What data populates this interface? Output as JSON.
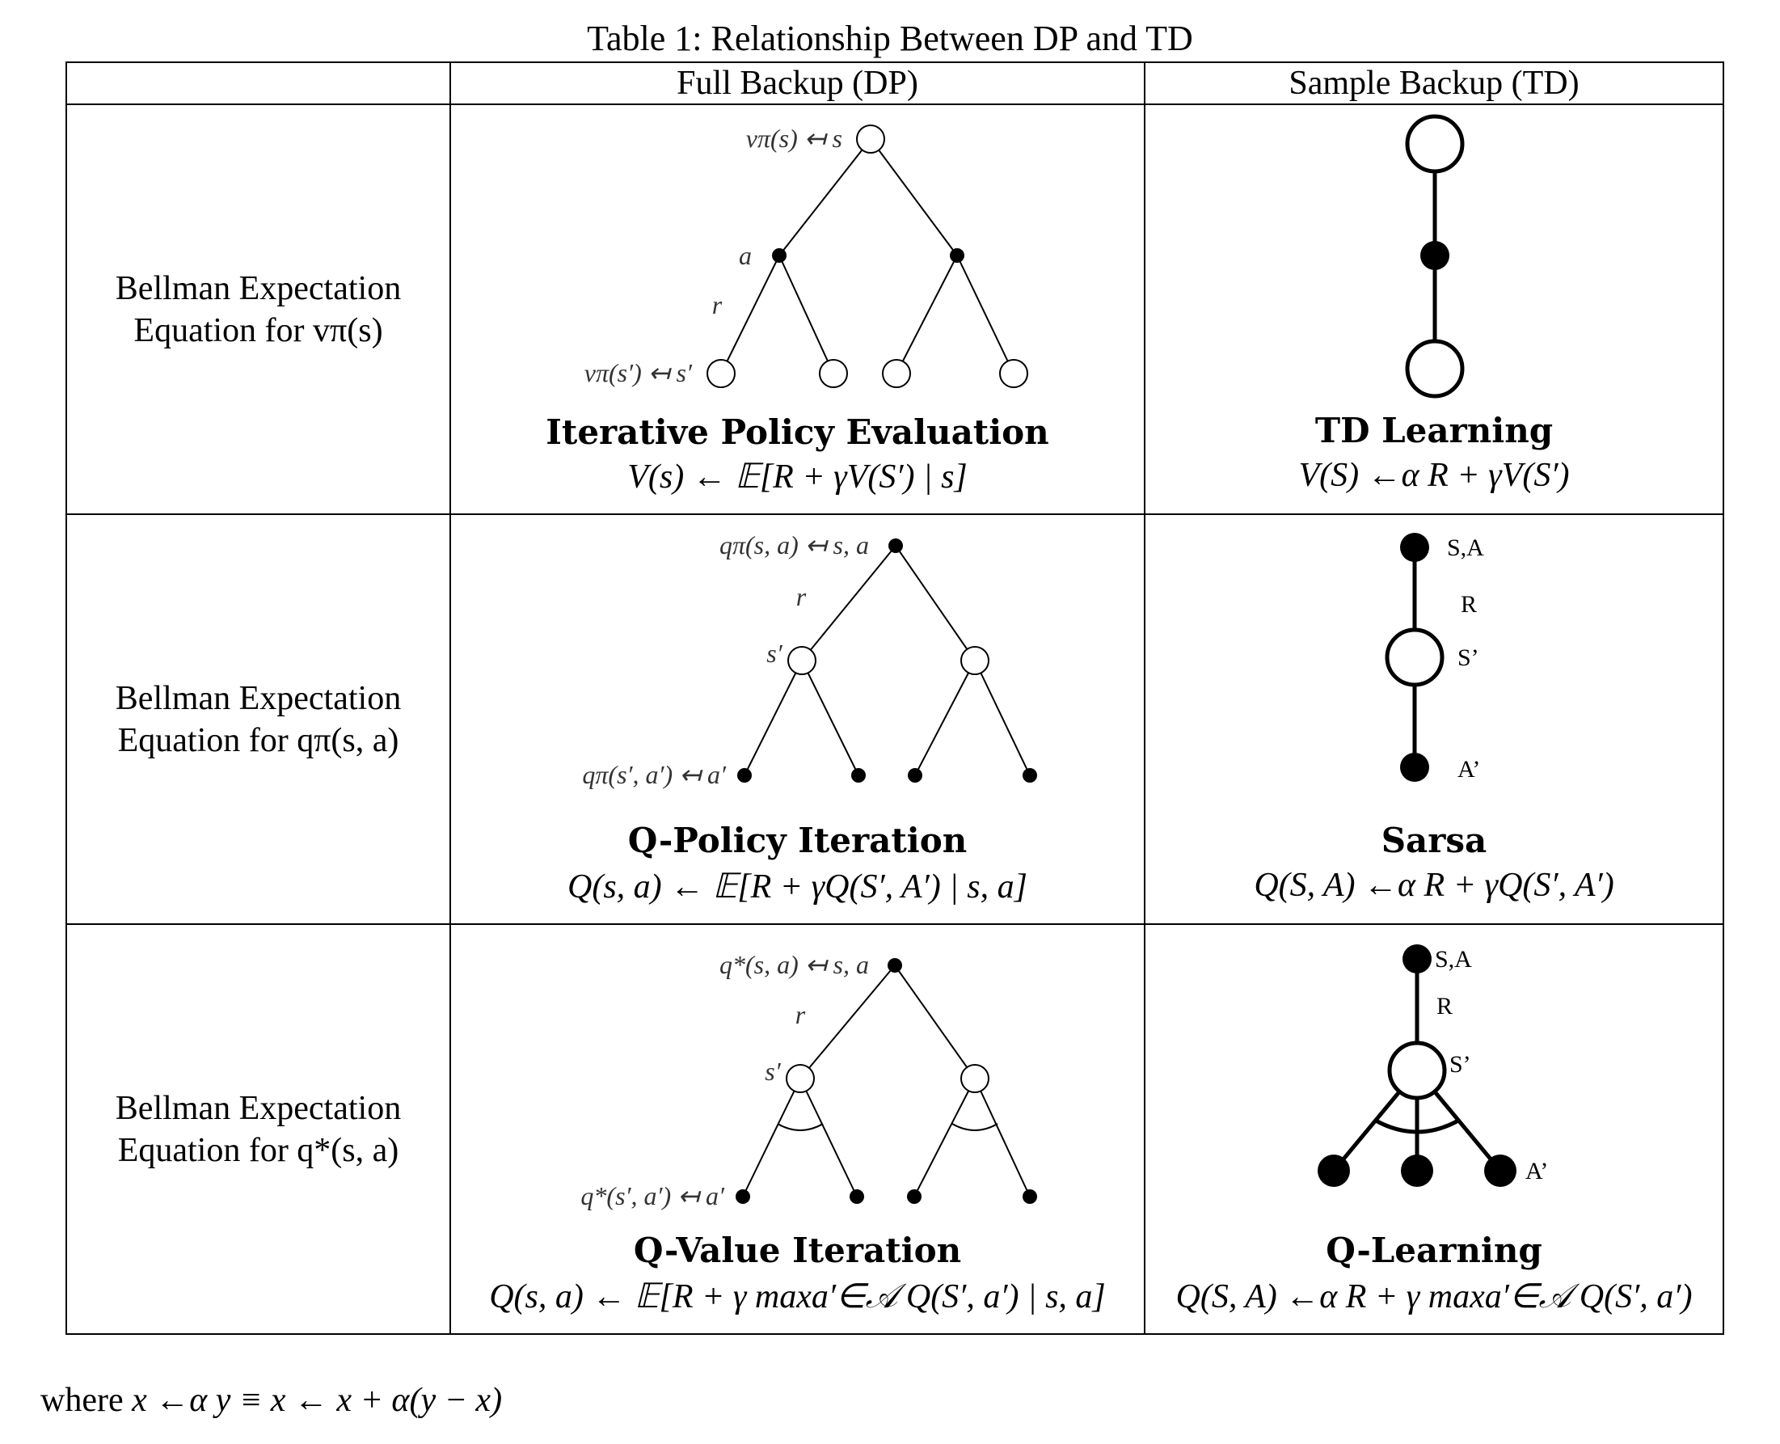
{
  "caption": "Table 1: Relationship Between DP and TD",
  "columns": [
    "",
    "Full Backup (DP)",
    "Sample Backup (TD)"
  ],
  "rows": [
    {
      "label_line1": "Bellman Expectation",
      "label_line2": "Equation for vπ(s)",
      "dp": {
        "root_label": "vπ(s) ↤ s",
        "mid_label": "a",
        "edge_label": "r",
        "leaf_label": "vπ(s′) ↤ s′",
        "algorithm": "Iterative Policy Evaluation",
        "equation": "V(s) ← 𝔼[R + γV(S′) | s]"
      },
      "td": {
        "algorithm": "TD Learning",
        "equation": "V(S) ←α R + γV(S′)"
      }
    },
    {
      "label_line1": "Bellman Expectation",
      "label_line2": "Equation for qπ(s, a)",
      "dp": {
        "root_label": "qπ(s, a) ↤ s, a",
        "mid_label": "s′",
        "edge_label": "r",
        "leaf_label": "qπ(s′, a′) ↤ a′",
        "algorithm": "Q-Policy Iteration",
        "equation": "Q(s, a) ← 𝔼[R + γQ(S′, A′) | s, a]"
      },
      "td": {
        "node_labels": [
          "S,A",
          "R",
          "S’",
          "A’"
        ],
        "algorithm": "Sarsa",
        "equation": "Q(S, A) ←α R + γQ(S′, A′)"
      }
    },
    {
      "label_line1": "Bellman Expectation",
      "label_line2": "Equation for q*(s, a)",
      "dp": {
        "root_label": "q*(s, a) ↤ s, a",
        "mid_label": "s′",
        "edge_label": "r",
        "leaf_label": "q*(s′, a′) ↤ a′",
        "algorithm": "Q-Value Iteration",
        "equation": "Q(s, a) ← 𝔼[R + γ maxa′∈𝒜 Q(S′, a′) | s, a]"
      },
      "td": {
        "node_labels": [
          "S,A",
          "R",
          "S’",
          "A’"
        ],
        "algorithm": "Q-Learning",
        "equation": "Q(S, A) ←α R + γ maxa′∈𝒜 Q(S′, a′)"
      }
    }
  ],
  "footnote_prefix": "where",
  "footnote": "x ←α y ≡ x ← x + α(y − x)"
}
